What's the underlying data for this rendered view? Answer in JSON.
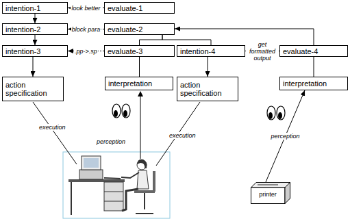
{
  "diagram": {
    "nodes": [
      {
        "text": [
          "intention-1"
        ]
      },
      {
        "text": [
          "evaluate-1"
        ]
      },
      {
        "text": [
          "intention-2"
        ]
      },
      {
        "text": [
          "evaluate-2"
        ]
      },
      {
        "text": [
          "intention-3"
        ]
      },
      {
        "text": [
          "evaluate-3"
        ]
      },
      {
        "text": [
          "intention-4"
        ]
      },
      {
        "text": [
          "evaluate-4"
        ]
      },
      {
        "text": [
          "action specification"
        ]
      },
      {
        "text": [
          "interpretation"
        ]
      },
      {
        "text": [
          "action specification"
        ]
      },
      {
        "text": [
          "interpretation"
        ]
      },
      {
        "text": [
          "printer"
        ]
      }
    ],
    "edges": [
      {
        "from": 0,
        "to": 2,
        "arrow": "to"
      },
      {
        "from": 2,
        "to": 4,
        "arrow": "to"
      },
      {
        "from": 4,
        "to": 8,
        "arrow": "to"
      },
      {
        "from": 1,
        "to": 0,
        "label": "look better",
        "arrow": "to"
      },
      {
        "from": 3,
        "to": 2,
        "label": "block para",
        "arrow": "to"
      },
      {
        "from": 5,
        "to": 4,
        "label": ".pp->.sp",
        "arrow": "to"
      },
      {
        "from": 7,
        "to": 6,
        "label": "get formatted output",
        "arrow": "both"
      },
      {
        "from": 9,
        "to": 5,
        "arrow": "to"
      },
      {
        "from": 5,
        "to": 3,
        "arrow": "none"
      },
      {
        "from": 6,
        "to": 3,
        "arrow": "none"
      },
      {
        "from": 7,
        "to": 3,
        "arrow": "to"
      },
      {
        "from": 6,
        "to": 10,
        "arrow": "to"
      },
      {
        "from": 11,
        "to": 7,
        "arrow": "to"
      },
      {
        "from": 12,
        "to": 11,
        "label": "perception",
        "arrow": "to"
      }
    ],
    "labels": [
      "execution",
      "perception",
      "execution"
    ]
  }
}
